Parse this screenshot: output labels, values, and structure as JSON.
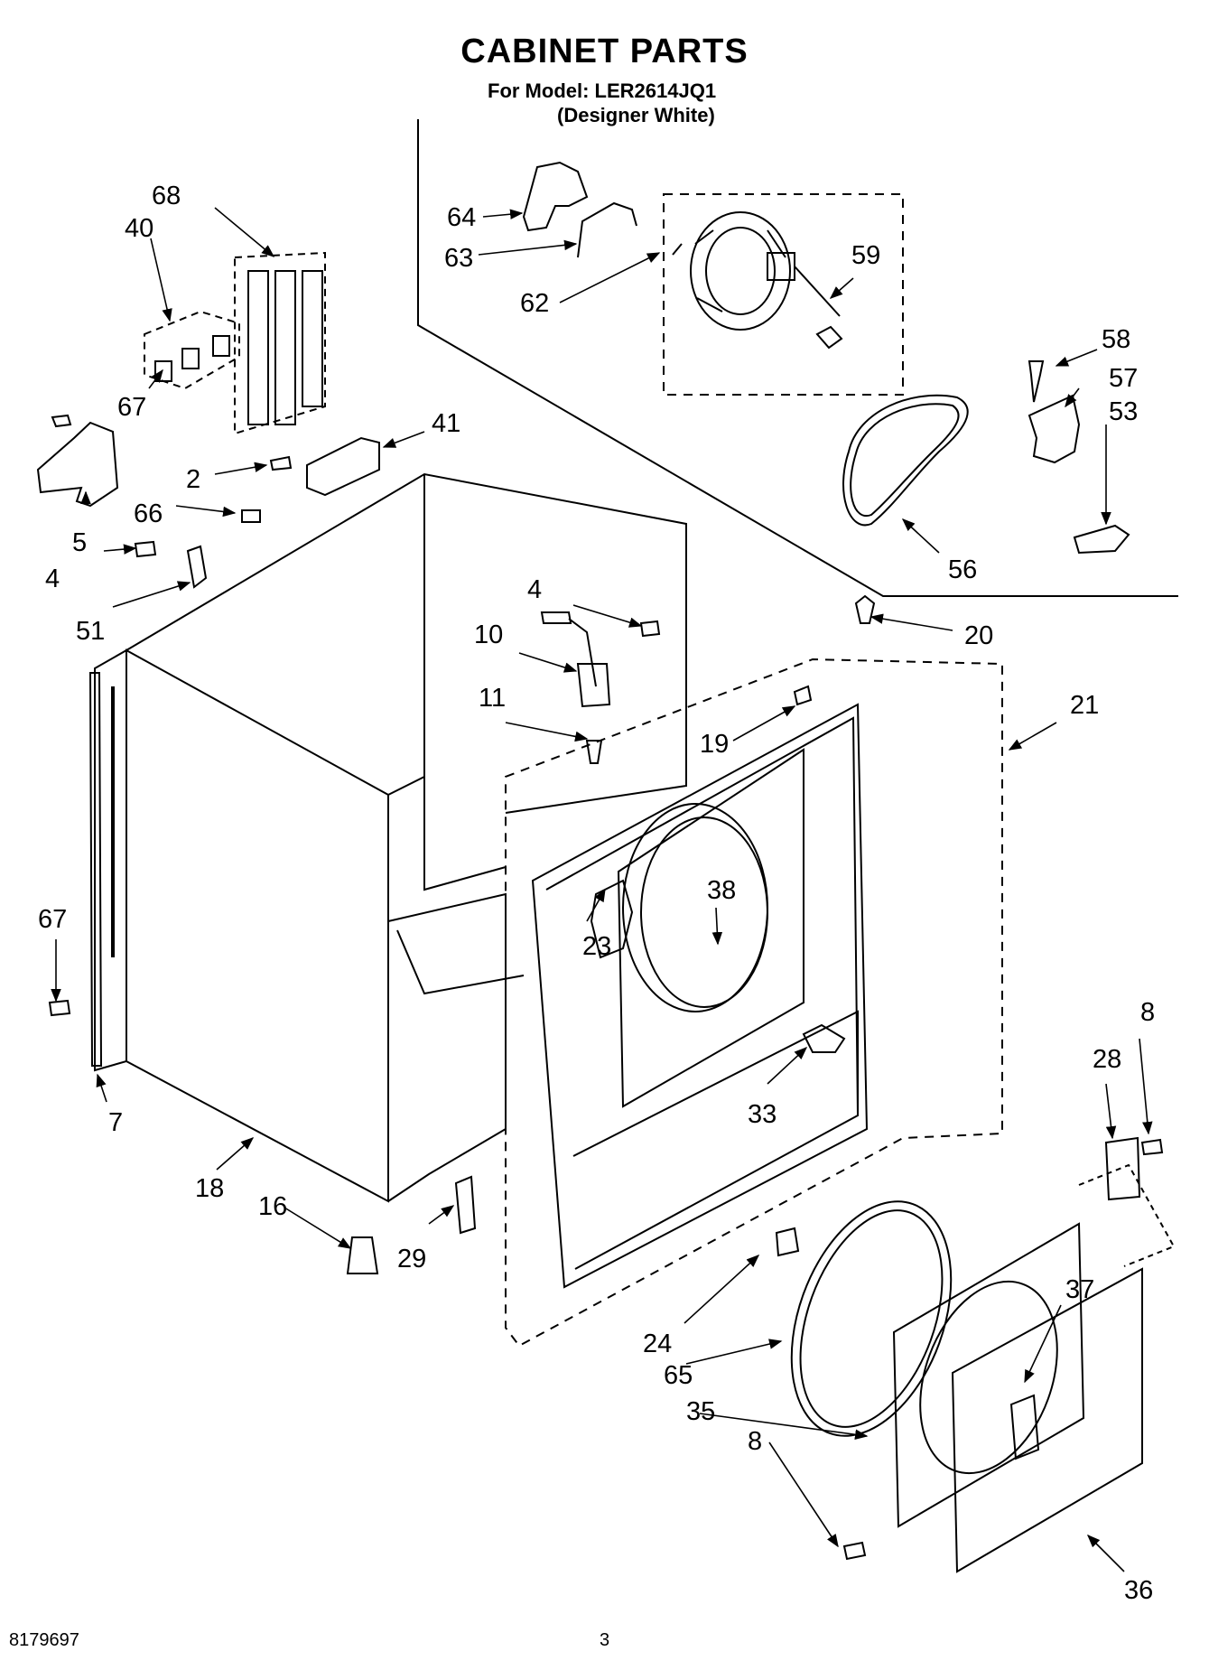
{
  "header": {
    "title": "CABINET PARTS",
    "model_line": "For Model: LER2614JQ1",
    "variant_line": "(Designer White)"
  },
  "footer": {
    "doc_number": "8179697",
    "page_number": "3"
  },
  "callouts": {
    "c68": "68",
    "c40": "40",
    "c67a": "67",
    "c41": "41",
    "c2": "2",
    "c66": "66",
    "c5": "5",
    "c4a": "4",
    "c51": "51",
    "c64": "64",
    "c63": "63",
    "c62": "62",
    "c59": "59",
    "c58": "58",
    "c57": "57",
    "c53": "53",
    "c56": "56",
    "c4b": "4",
    "c10": "10",
    "c11": "11",
    "c20": "20",
    "c21": "21",
    "c19": "19",
    "c67b": "67",
    "c7": "7",
    "c18": "18",
    "c16": "16",
    "c29": "29",
    "c38": "38",
    "c23": "23",
    "c33": "33",
    "c8a": "8",
    "c28": "28",
    "c37": "37",
    "c24": "24",
    "c65": "65",
    "c35": "35",
    "c36": "36",
    "c8b": "8"
  }
}
